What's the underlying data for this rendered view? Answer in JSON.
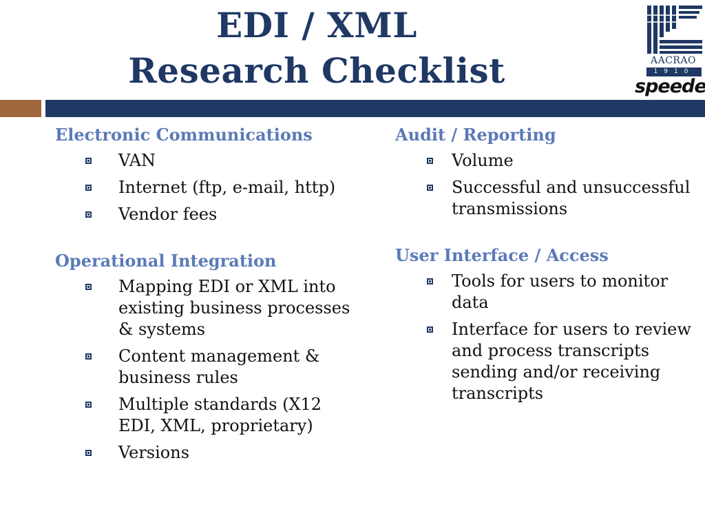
{
  "slide": {
    "title_line1": "EDI / XML",
    "title_line2": "Research Checklist"
  },
  "logo": {
    "name": "AACRAO",
    "year": "1910",
    "brand": "speede",
    "icon": "aacrao-emblem-icon"
  },
  "colors": {
    "navy": "#1f3864",
    "heading_blue": "#5b7ab8",
    "accent_brown": "#a0673c"
  },
  "left": {
    "sections": [
      {
        "heading": "Electronic Communications",
        "items": [
          "VAN",
          "Internet (ftp, e-mail, http)",
          "Vendor fees"
        ]
      },
      {
        "heading": "Operational Integration",
        "items": [
          "Mapping EDI or XML into existing business processes  & systems",
          "Content management & business rules",
          "Multiple standards (X12 EDI, XML, proprietary)",
          "Versions"
        ]
      }
    ]
  },
  "right": {
    "sections": [
      {
        "heading": "Audit / Reporting",
        "items": [
          "Volume",
          "Successful and unsuccessful transmissions"
        ]
      },
      {
        "heading": "User Interface / Access",
        "items": [
          "Tools for users to monitor data",
          "Interface for users to review  and process transcripts  sending and/or receiving transcripts"
        ]
      }
    ]
  }
}
